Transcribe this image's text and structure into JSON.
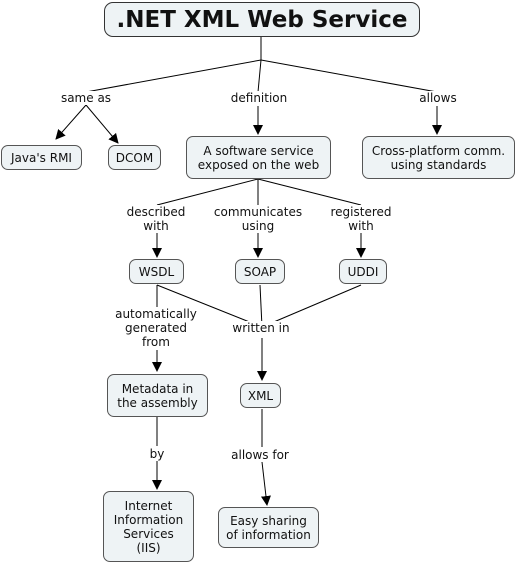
{
  "nodes": {
    "root": ".NET XML Web Service",
    "rmi": "Java's RMI",
    "dcom": "DCOM",
    "definition": "A software service\nexposed on the web",
    "cross": "Cross-platform comm.\nusing standards",
    "wsdl": "WSDL",
    "soap": "SOAP",
    "uddi": "UDDI",
    "metadata": "Metadata in\nthe assembly",
    "xml": "XML",
    "iis": "Internet\nInformation\nServices\n(IIS)",
    "sharing": "Easy sharing\nof information"
  },
  "links": {
    "same_as": "same as",
    "definition": "definition",
    "allows": "allows",
    "described_with": "described\nwith",
    "communicates_using": "communicates\nusing",
    "registered_with": "registered\nwith",
    "auto_generated": "automatically\ngenerated\nfrom",
    "written_in": "written in",
    "by": "by",
    "allows_for": "allows for"
  }
}
